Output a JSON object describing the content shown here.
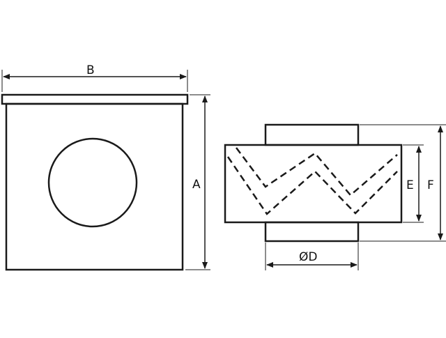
{
  "diagram": {
    "title": "",
    "front_view": {
      "dimension_width_label": "B",
      "dimension_height_label": "A"
    },
    "side_view": {
      "dimension_inner_height_label": "E",
      "dimension_total_height_label": "F",
      "dimension_diameter_label": "ØD"
    },
    "colors": {
      "line": "#1a1a1a",
      "background": "#ffffff"
    }
  }
}
